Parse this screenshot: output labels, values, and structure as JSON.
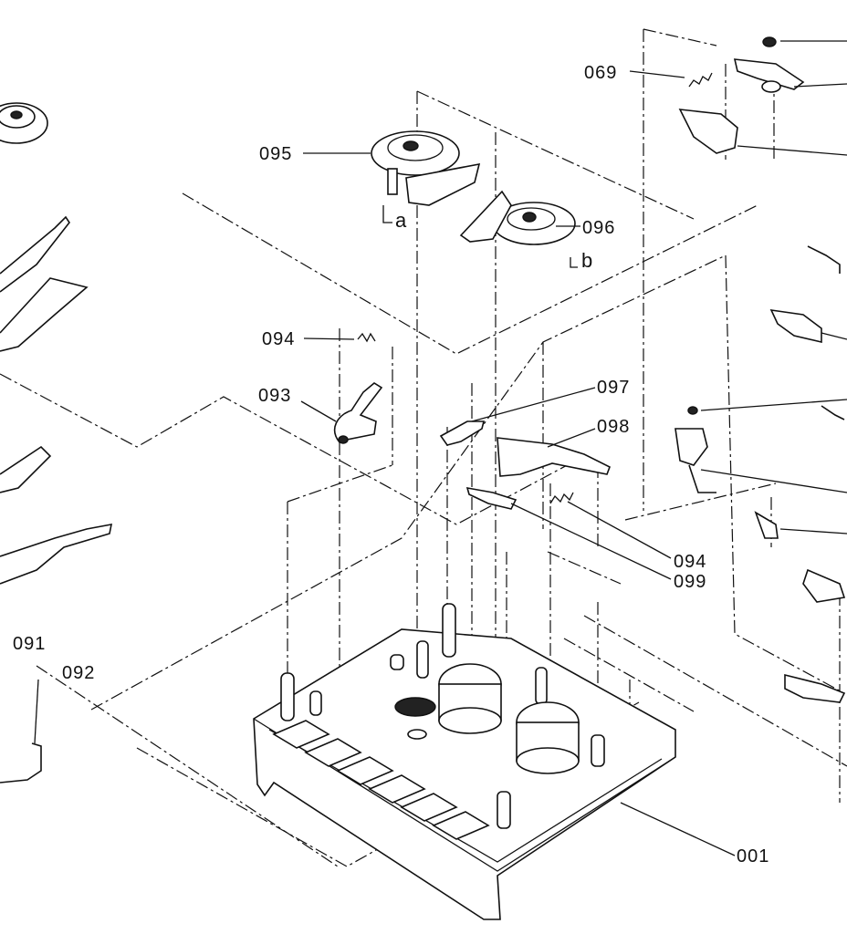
{
  "labels": {
    "p069": "069",
    "p095": "095",
    "p096": "096",
    "p094a": "094",
    "p093": "093",
    "p097": "097",
    "p098": "098",
    "p094b": "094",
    "p099": "099",
    "p091": "091",
    "p092": "092",
    "p001": "001",
    "ref_a": "a",
    "ref_b": "b"
  }
}
